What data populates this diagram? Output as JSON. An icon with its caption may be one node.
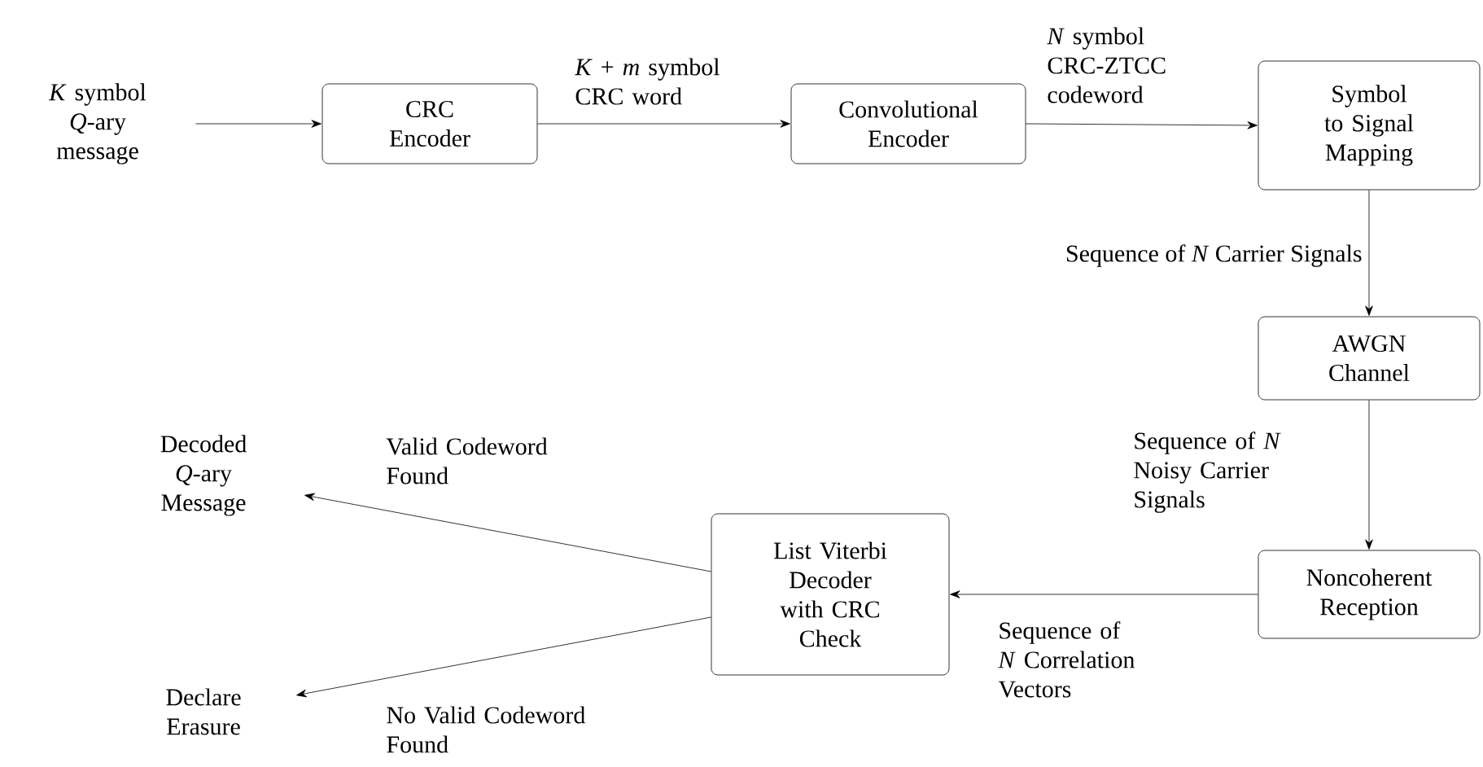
{
  "diagram": {
    "nodes": [
      {
        "text": [
          "*K* symbol *Q*-ary message"
        ]
      },
      {
        "text": [
          "CRC Encoder"
        ]
      },
      {
        "text": [
          "Convolutional Encoder"
        ]
      },
      {
        "text": [
          "Symbol to Signal Mapping"
        ]
      },
      {
        "text": [
          "AWGN Channel"
        ]
      },
      {
        "text": [
          "Noncoherent Reception"
        ]
      },
      {
        "text": [
          "List Viterbi Decoder with CRC Check"
        ]
      },
      {
        "text": [
          "Decoded *Q*-ary Message"
        ]
      },
      {
        "text": [
          "Declare Erasure"
        ]
      }
    ],
    "edges": [
      {
        "from": 0,
        "to": 1,
        "arrow": "to"
      },
      {
        "from": 1,
        "to": 2,
        "arrow": "to",
        "label": "*K* + *m* symbol CRC word"
      },
      {
        "from": 2,
        "to": 3,
        "arrow": "to",
        "label": "*N* symbol CRC-ZTCC codeword"
      },
      {
        "from": 3,
        "to": 4,
        "arrow": "to",
        "label": "Sequence of *N* Carrier Signals"
      },
      {
        "from": 4,
        "to": 5,
        "arrow": "to",
        "label": "Sequence of *N* Noisy Carrier Signals"
      },
      {
        "from": 5,
        "to": 6,
        "arrow": "to",
        "label": "Sequence of *N* Correlation Vectors"
      },
      {
        "from": 6,
        "to": 7,
        "arrow": "to",
        "label": "Valid Codeword Found"
      },
      {
        "from": 6,
        "to": 8,
        "arrow": "to",
        "label": "No Valid Codeword Found"
      }
    ]
  }
}
